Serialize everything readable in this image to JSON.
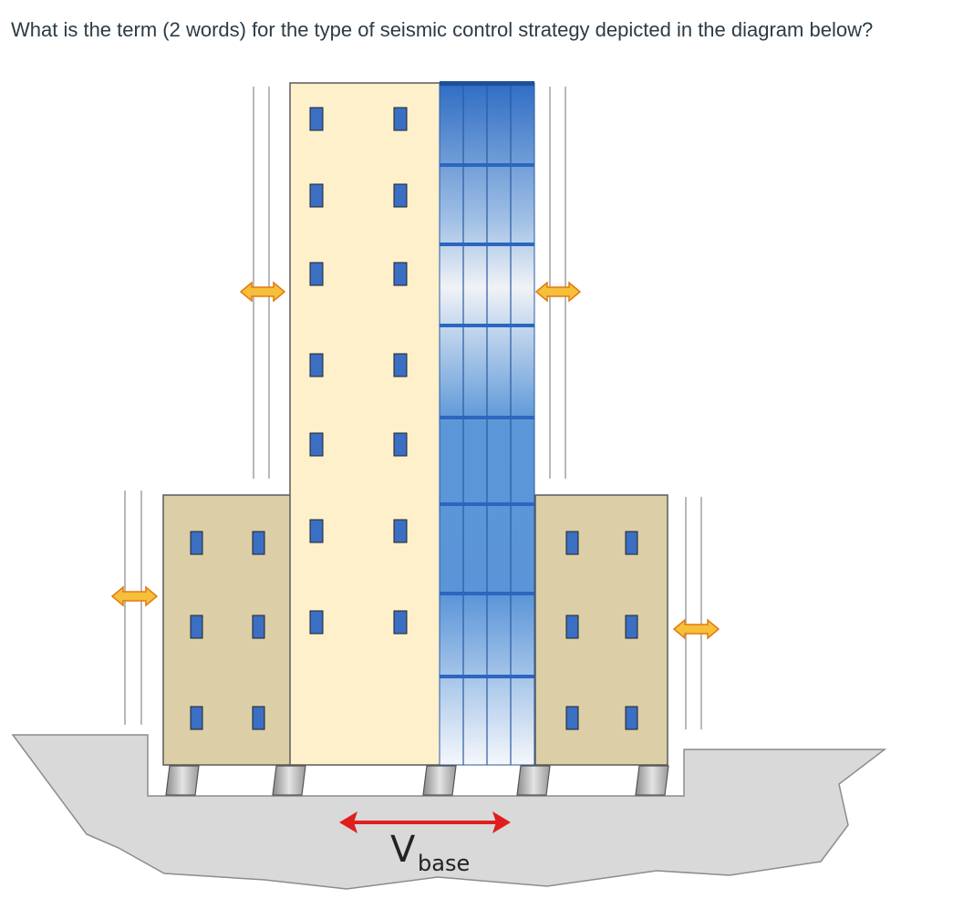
{
  "question": {
    "text": "What is the term (2 words) for the type of seismic control strategy depicted in the diagram below?"
  },
  "diagram": {
    "label_main": "V",
    "label_sub": "base",
    "icons": [
      "building-icon",
      "base-isolator-icon",
      "double-arrow-icon"
    ],
    "colors": {
      "ground": "#d9d9d9",
      "tower": "#fff0cc",
      "side_building": "#dccfa7",
      "glass": "#4a86d4",
      "window": "#3a6fc4",
      "arrow_orange": "#f3a31c",
      "arrow_red": "#e01e1e"
    }
  }
}
